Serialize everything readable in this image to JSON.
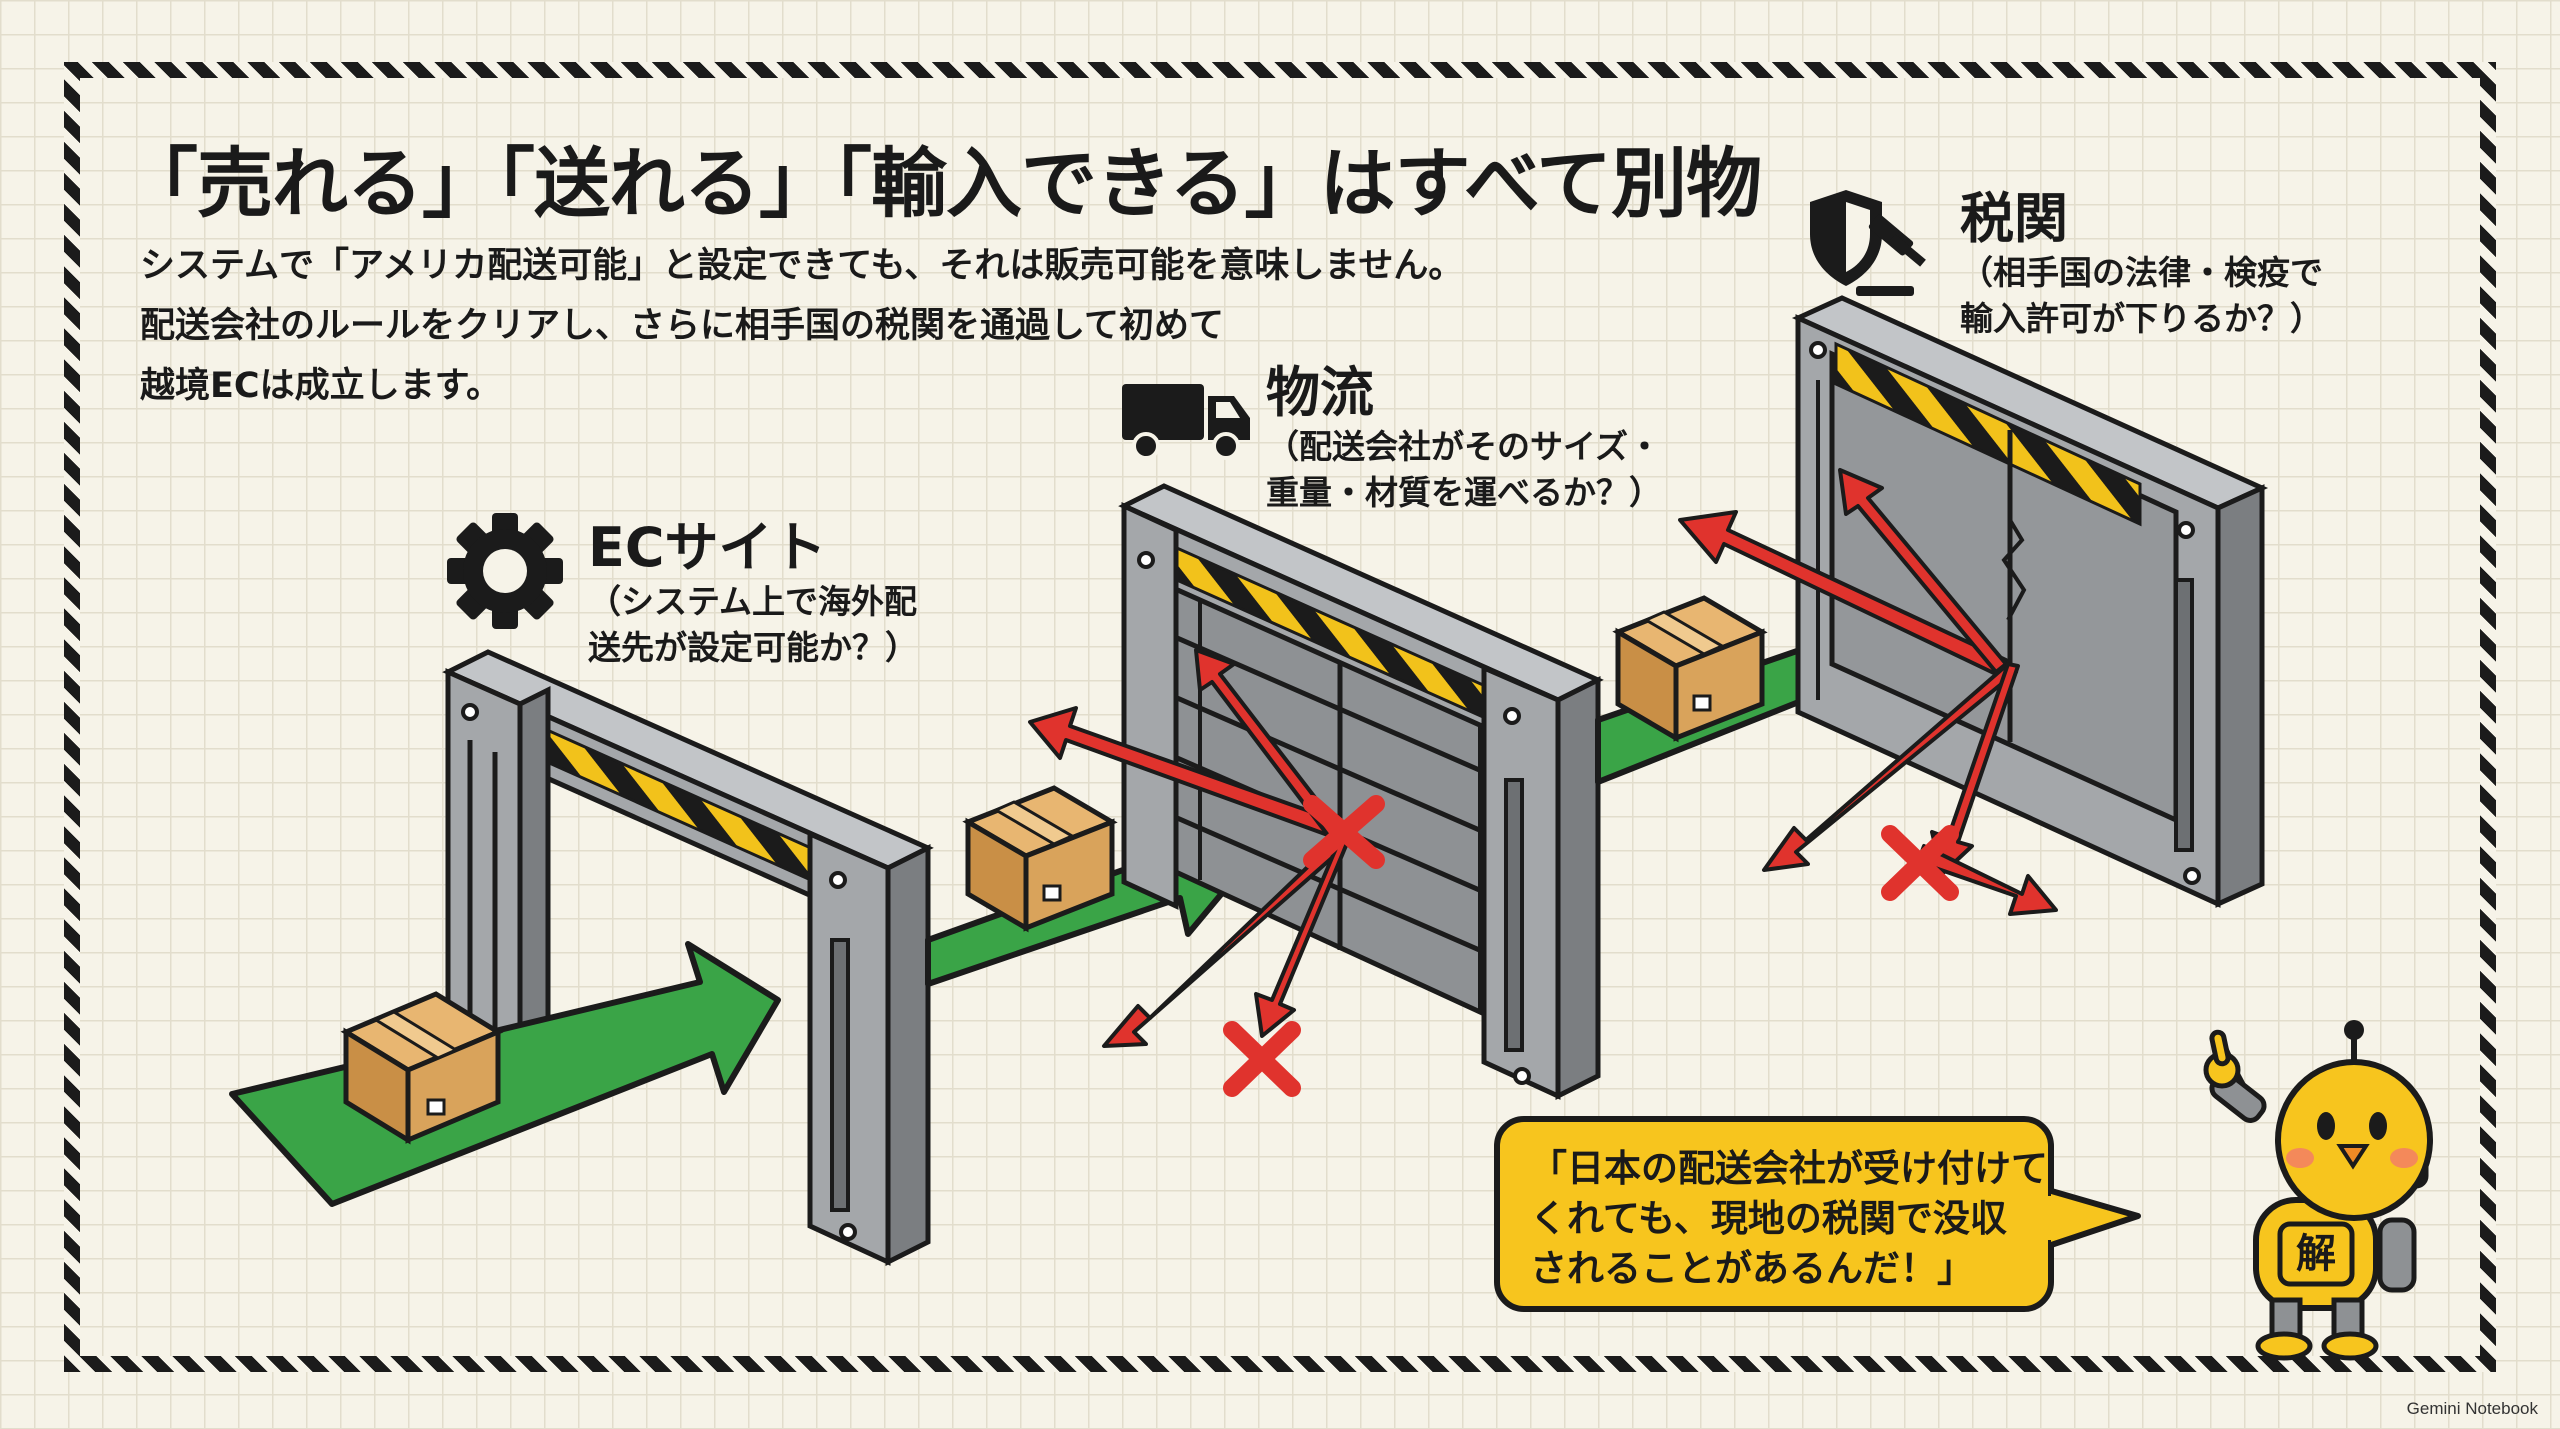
{
  "title": "「売れる」「送れる」「輸入できる」はすべて別物",
  "subtitle_lines": [
    "システムで「アメリカ配送可能」と設定できても、それは販売可能を意味しません。",
    "配送会社のルールをクリアし、さらに相手国の税関を通過して初めて",
    "越境ECは成立します。"
  ],
  "gates": [
    {
      "name": "ECサイト",
      "desc_lines": [
        "（システム上で海外配",
        "送先が設定可能か？）"
      ],
      "icon": "gear-icon"
    },
    {
      "name": "物流",
      "desc_lines": [
        "（配送会社がそのサイズ・",
        "重量・材質を運べるか？）"
      ],
      "icon": "truck-icon"
    },
    {
      "name": "税関",
      "desc_lines": [
        "（相手国の法律・検疫で",
        "輸入許可が下りるか？）"
      ],
      "icon": "shield-gavel-icon"
    }
  ],
  "speech_bubble": {
    "lines": [
      "「日本の配送会社が受け付けて",
      "くれても、現地の税関で没収",
      "されることがあるんだ！」"
    ]
  },
  "mascot": {
    "badge": "解",
    "icon": "robot-chick-mascot"
  },
  "credit": "Gemini Notebook",
  "colors": {
    "arrow_green": "#3aa447",
    "reject_red": "#e0332d",
    "gate_gray": "#9ea1a4",
    "hazard_yellow": "#f2c21b",
    "box_tan": "#d9a35b"
  }
}
